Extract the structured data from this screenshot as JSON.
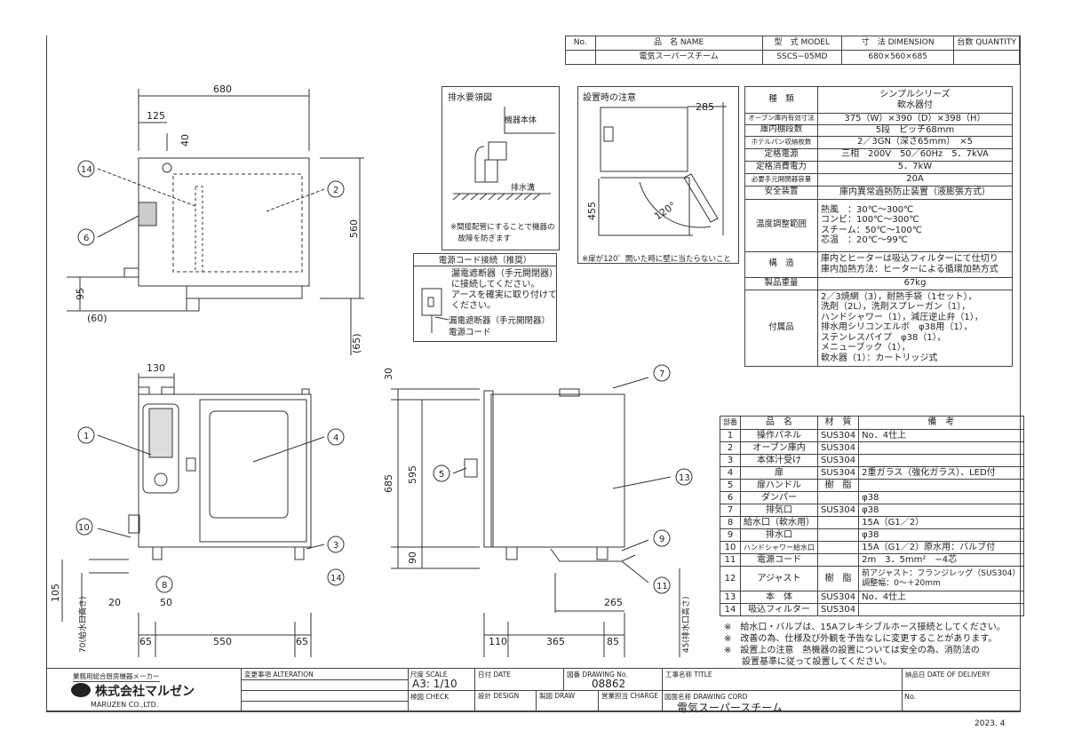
{
  "header": {
    "no": "No.",
    "name": "品　名 NAME",
    "model": "型　式 MODEL",
    "dimension": "寸　法 DIMENSION",
    "quantity": "台数 QUANTITY",
    "row_name": "電気スーパースチーム",
    "row_model": "SSCS−05MD",
    "row_dimension": "680×560×685"
  },
  "specs": [
    {
      "label": "種　類",
      "value": "シンプルシリーズ\n軟水器付"
    },
    {
      "label": "オーブン庫内有効寸法",
      "value": "375（W）×390（D）×398（H）"
    },
    {
      "label": "庫内棚段数",
      "value": "5段　ピッチ68mm"
    },
    {
      "label": "ホテルパン収納枚数",
      "value": "2／3GN（深さ65mm）　×5"
    },
    {
      "label": "定格電源",
      "value": "三相　200V　50／60Hz　5．7kVA"
    },
    {
      "label": "定格消費電力",
      "value": "5．7kW"
    },
    {
      "label": "必要手元開閉器容量",
      "value": "20A"
    },
    {
      "label": "安全装置",
      "value": "庫内異常過熱防止装置（液膨張方式）"
    },
    {
      "label": "温度調整範囲",
      "value": "熱風　：30℃〜300℃\nコンビ：100℃〜300℃\nスチーム：50℃〜100℃\n芯温　：20℃〜99℃"
    },
    {
      "label": "構　造",
      "value": "庫内とヒーターは吸込フィルターにて仕切り\n庫内加熱方法：ヒーターによる循環加熱方式"
    },
    {
      "label": "製品重量",
      "value": "67kg"
    },
    {
      "label": "付属品",
      "value": "2／3焼網（3），耐熱手袋（1セット），\n洗剤（2L），洗剤スプレーガン（1），\nハンドシャワー（1），減圧逆止弁（1），\n排水用シリコンエルボ　φ38用（1），\nステンレスパイプ　φ38（1），\nメニューブック（1），\n軟水器（1）：カートリッジ式"
    }
  ],
  "parts_header": {
    "no": "部番",
    "name": "品　名",
    "material": "材　質",
    "remarks": "備　考"
  },
  "parts": [
    {
      "no": "1",
      "name": "操作パネル",
      "material": "SUS304",
      "remarks": "No．4仕上"
    },
    {
      "no": "2",
      "name": "オーブン庫内",
      "material": "SUS304",
      "remarks": ""
    },
    {
      "no": "3",
      "name": "本体汁受け",
      "material": "SUS304",
      "remarks": ""
    },
    {
      "no": "4",
      "name": "扉",
      "material": "SUS304",
      "remarks": "2重ガラス（強化ガラス）、LED付"
    },
    {
      "no": "5",
      "name": "扉ハンドル",
      "material": "樹　脂",
      "remarks": ""
    },
    {
      "no": "6",
      "name": "ダンパー",
      "material": "",
      "remarks": "φ38"
    },
    {
      "no": "7",
      "name": "排気口",
      "material": "SUS304",
      "remarks": "φ38"
    },
    {
      "no": "8",
      "name": "給水口（軟水用）",
      "material": "",
      "remarks": "15A（G1／2）"
    },
    {
      "no": "9",
      "name": "排水口",
      "material": "",
      "remarks": "φ38"
    },
    {
      "no": "10",
      "name": "ハンドシャワー給水口",
      "material": "",
      "remarks": "15A（G1／2）原水用：バルブ付"
    },
    {
      "no": "11",
      "name": "電源コード",
      "material": "",
      "remarks": "2m　3．5mm²　−4芯"
    },
    {
      "no": "12",
      "name": "アジャスト",
      "material": "樹　脂",
      "remarks": "前アジャスト：フランジレッグ（SUS304）\n調整幅：0〜＋20mm"
    },
    {
      "no": "13",
      "name": "本　体",
      "material": "SUS304",
      "remarks": "No．4仕上"
    },
    {
      "no": "14",
      "name": "吸込フィルター",
      "material": "SUS304",
      "remarks": ""
    }
  ],
  "notes": [
    "※　給水口・バルブは、15Aフレキシブルホース接続としてください。",
    "※　改善の為、仕様及び外観を予告なしに変更することがあります。",
    "※　設置上の注意　熱機器の設置については安全の為、消防法の",
    "　　設置基準に従って設置してください。"
  ],
  "drain": {
    "title": "排水要領図",
    "body": "機器本体",
    "ditch": "排水溝",
    "note": "※間接配管にすることで機器の\n　故障を防ぎます"
  },
  "install": {
    "title": "設置時の注意",
    "dim_width": "285",
    "dim_height": "455",
    "angle": "120°",
    "note": "※扉が120゜開いた時に壁に当たらないこと"
  },
  "power": {
    "title": "電源コード接続（推奨）",
    "text": "漏電遮断器（手元開閉器）\nに接続してください。\nアースを確実に取り付けて\nください。",
    "label1": "漏電遮断器（手元開閉器）",
    "label2": "電源コード"
  },
  "dims": {
    "top_w": "680",
    "top_125": "125",
    "top_40": "40",
    "top_560": "560",
    "top_95": "95",
    "top_60": "(60)",
    "top_65": "(65)",
    "front_130": "130",
    "front_105": "105",
    "front_70": "70(給水口高さ)",
    "front_20": "20",
    "front_50": "50",
    "front_65a": "65",
    "front_550": "550",
    "front_65b": "65",
    "side_30": "30",
    "side_685": "685",
    "side_595": "595",
    "side_90": "90",
    "side_265": "265",
    "side_45": "45(排水口高さ)",
    "side_110": "110",
    "side_365": "365",
    "side_85": "85"
  },
  "callouts": {
    "c1": "1",
    "c2": "2",
    "c3": "3",
    "c4": "4",
    "c5": "5",
    "c6": "6",
    "c7": "7",
    "c8": "8",
    "c9": "9",
    "c10": "10",
    "c11": "11",
    "c13": "13",
    "c14a": "14",
    "c14b": "14"
  },
  "title_block": {
    "maker_tagline": "業務用総合厨房機器メーカー",
    "company": "株式会社マルゼン",
    "company_en": "MARUZEN CO.,LTD.",
    "alteration": "変更事項 ALTERATION",
    "scale_label": "尺度 SCALE",
    "scale": "A3: 1/10",
    "date_label": "日付 DATE",
    "drawing_no_label": "図番 DRAWING No.",
    "drawing_no": "08862",
    "title_label": "工事名称 TITLE",
    "delivery_label": "納品日 DATE OF DELIVERY",
    "check_label": "検図 CHECK",
    "design_label": "設計 DESIGN",
    "draw_label": "製図 DRAW",
    "charge_label": "営業担当 CHARGE",
    "drawing_name_label": "図面名称 DRAWING CORD",
    "drawing_name": "電気スーパースチーム",
    "no_label": "No.",
    "date_issued": "2023. 4"
  }
}
